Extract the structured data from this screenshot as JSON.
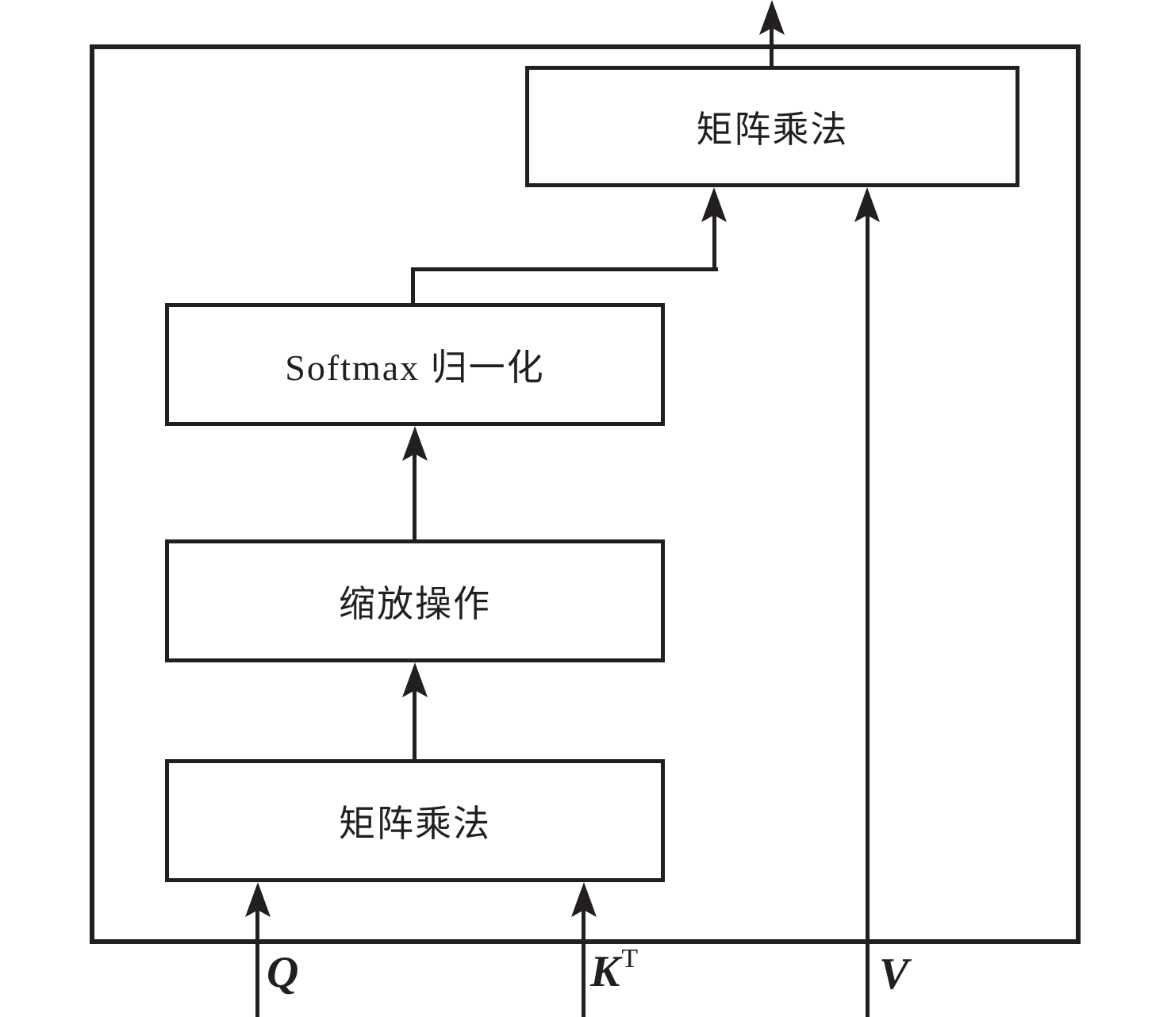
{
  "diagram": {
    "nodes": {
      "matmul_top": "矩阵乘法",
      "softmax": "Softmax 归一化",
      "scale": "缩放操作",
      "matmul_bottom": "矩阵乘法"
    },
    "inputs": {
      "q": "Q",
      "k": "K",
      "k_superscript": "T",
      "v": "V"
    },
    "colors": {
      "stroke": "#231f20",
      "background": "#ffffff"
    }
  }
}
